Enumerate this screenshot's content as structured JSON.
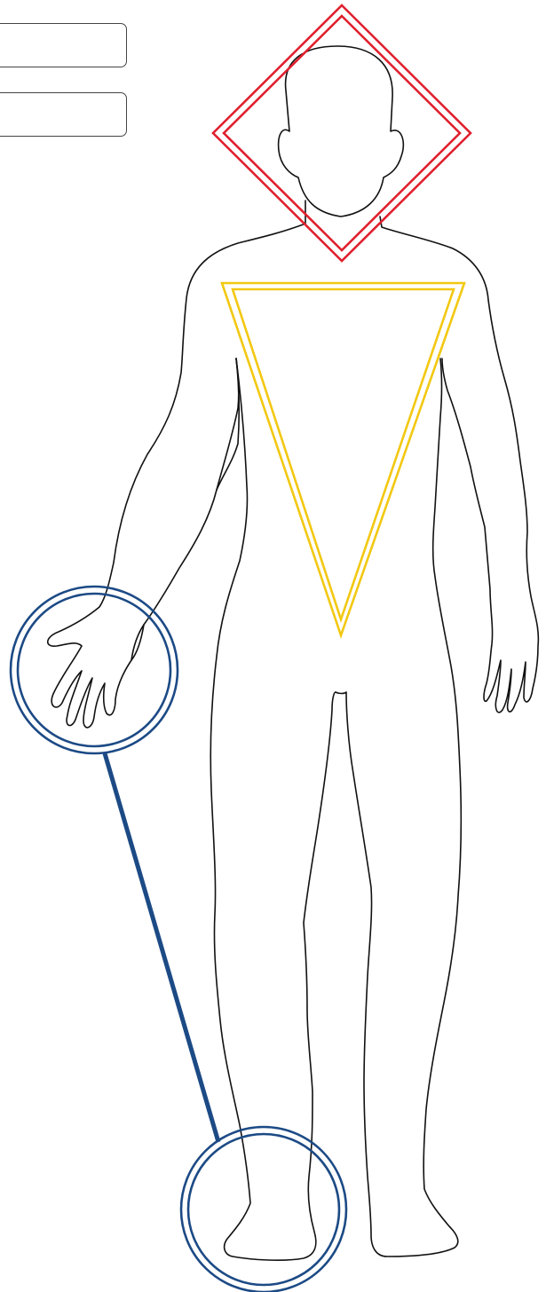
{
  "labels": {
    "box_1": "",
    "box_2": ""
  },
  "colors": {
    "outline": "#111111",
    "head_marker": "#e0202e",
    "torso_marker": "#f2c811",
    "extremity_marker": "#1c4a85"
  },
  "markers": [
    {
      "name": "head",
      "shape": "diamond",
      "color": "red"
    },
    {
      "name": "torso",
      "shape": "inverted-triangle",
      "color": "yellow"
    },
    {
      "name": "hand",
      "shape": "circle",
      "color": "blue"
    },
    {
      "name": "foot",
      "shape": "circle",
      "color": "blue"
    }
  ]
}
